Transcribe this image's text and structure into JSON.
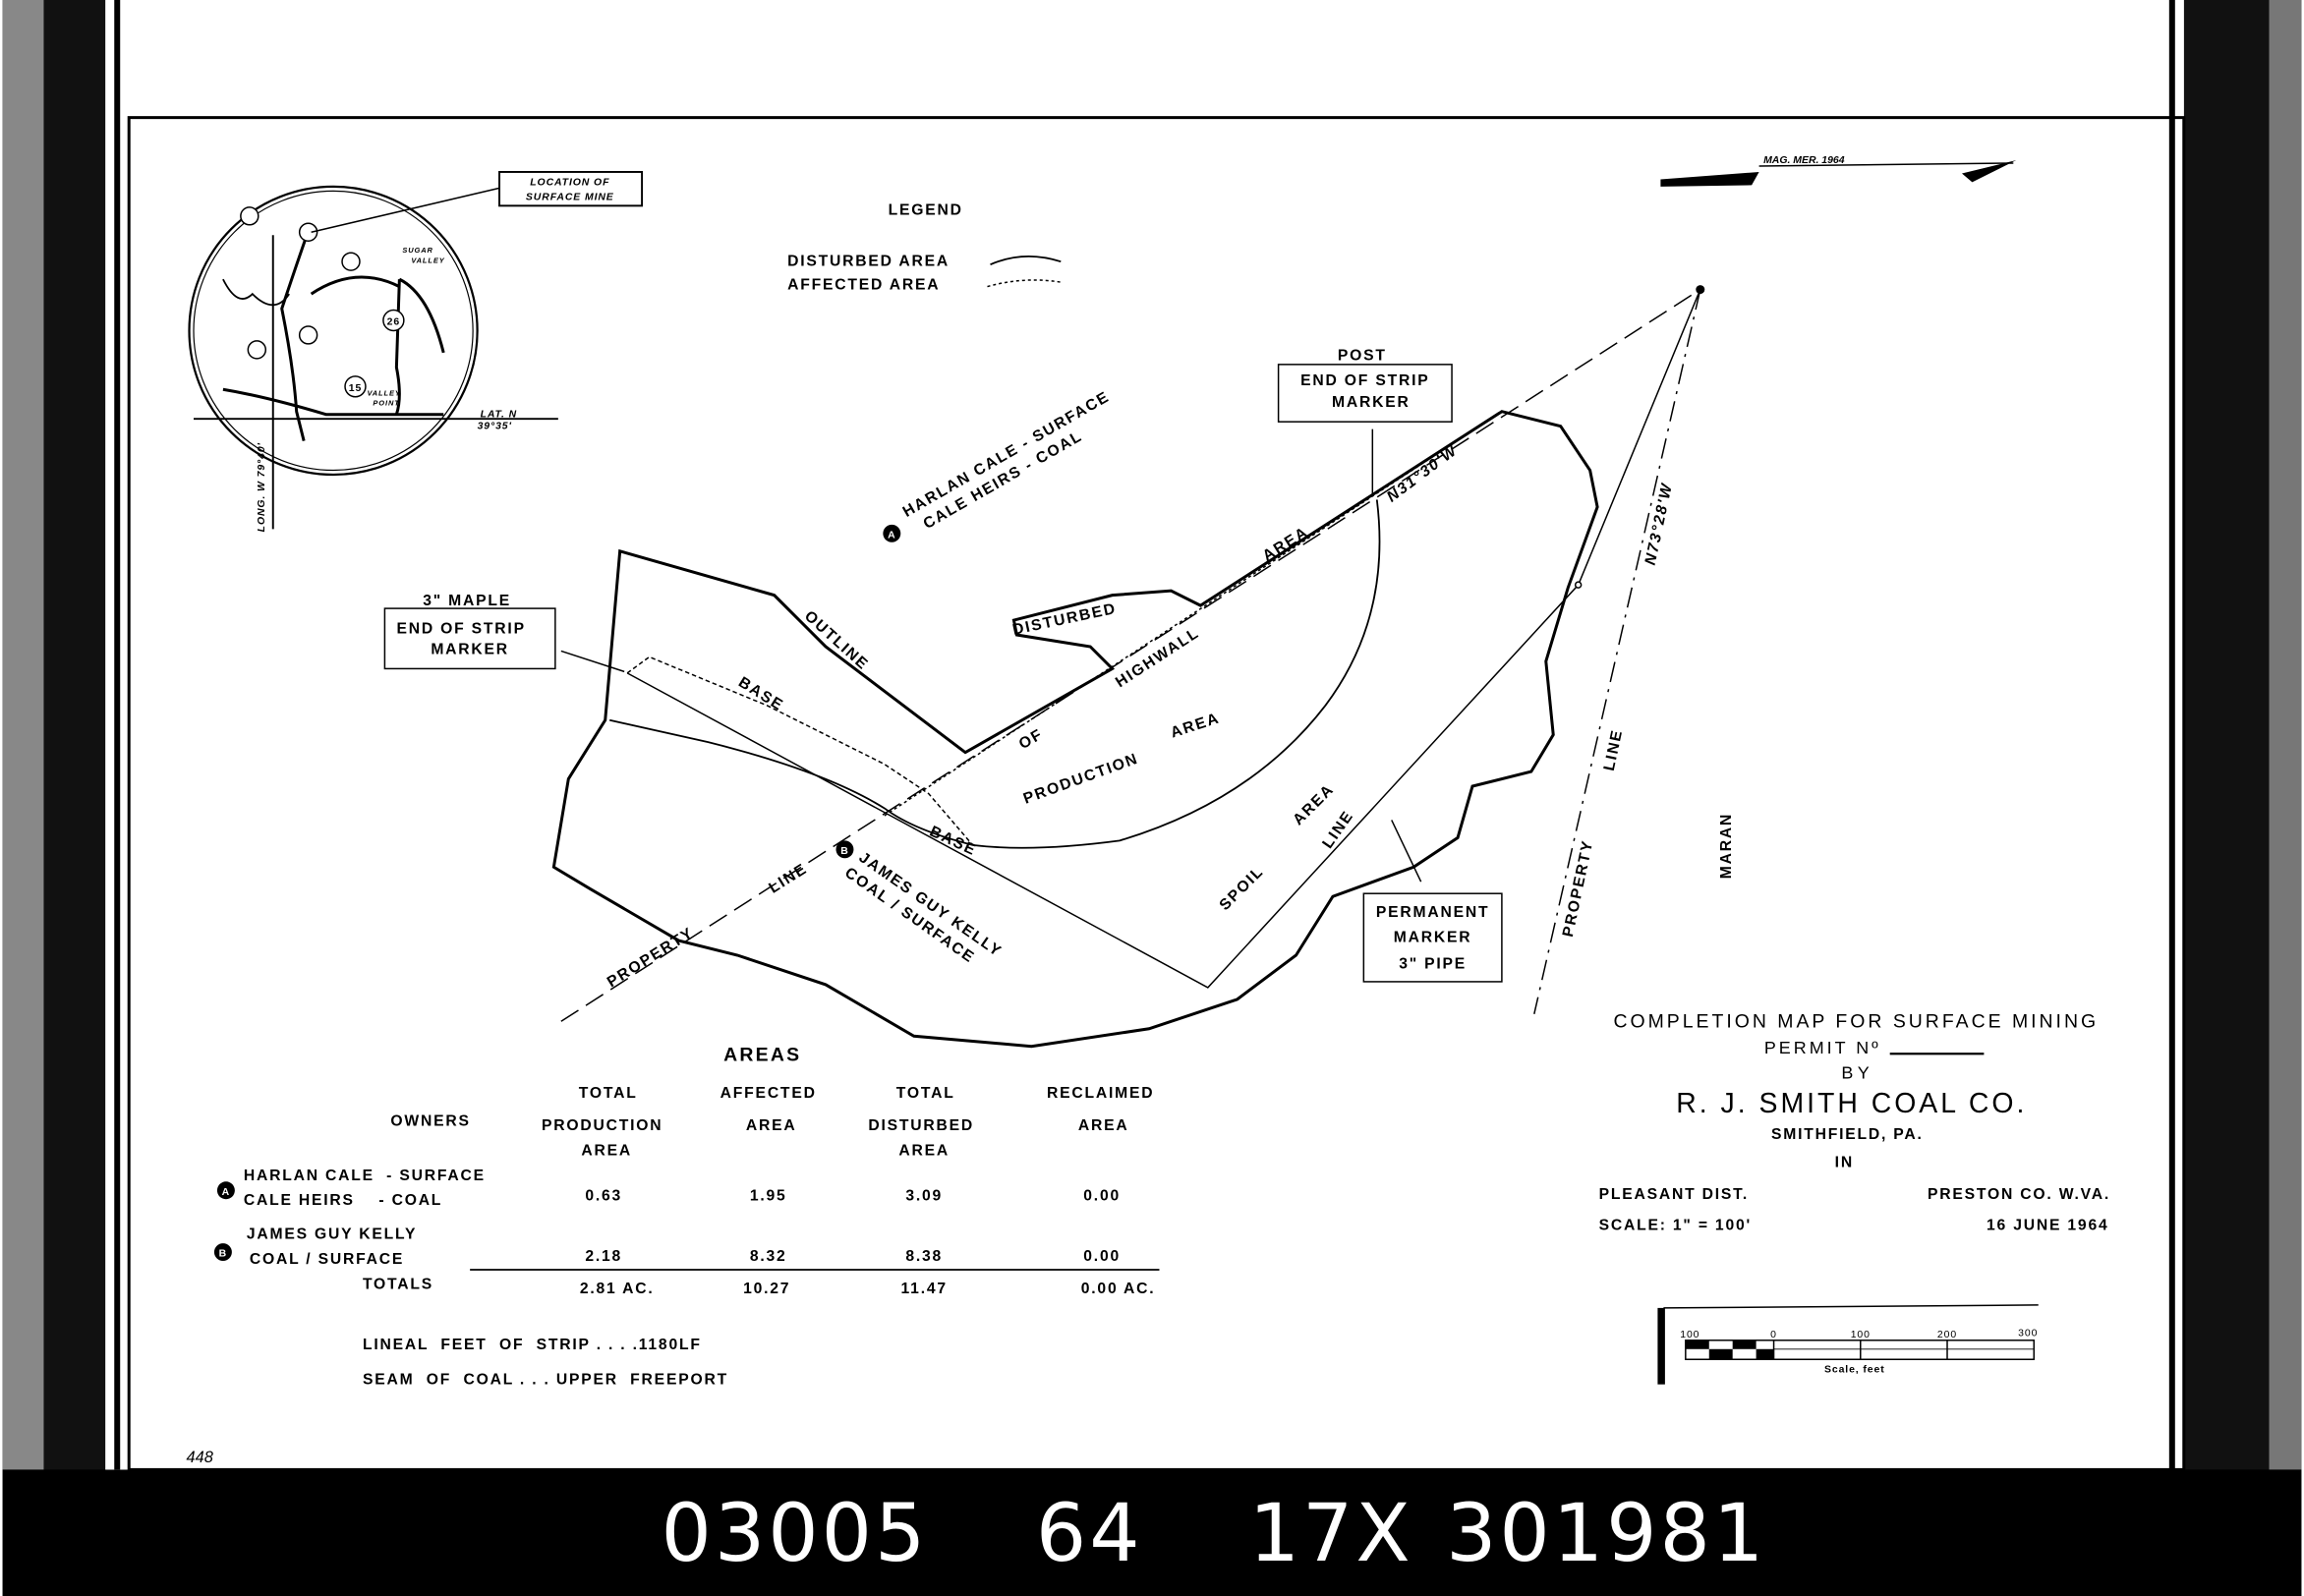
{
  "legend": {
    "title": "LEGEND",
    "disturbed": "DISTURBED AREA",
    "affected": "AFFECTED AREA"
  },
  "inset": {
    "callout": [
      "LOCATION OF",
      "SURFACE MINE"
    ],
    "sugar_valley": [
      "SUGAR",
      "VALLEY"
    ],
    "valley_point": [
      "VALLEY",
      "POINT"
    ],
    "routes": [
      "26",
      "15"
    ],
    "lat": [
      "LAT. N",
      "39°35'"
    ],
    "long": "LONG. W 79°40'"
  },
  "north": "MAG. MER. 1964",
  "map_labels": {
    "owner_a": [
      "HARLAN CALE - SURFACE",
      "CALE HEIRS - COAL"
    ],
    "owner_b": [
      "JAMES GUY KELLY",
      "COAL / SURFACE"
    ],
    "owner_a_mark": "A",
    "owner_b_mark": "B",
    "maple_marker": {
      "top": "3\" MAPLE",
      "line1": "END OF STRIP",
      "line2": "MARKER"
    },
    "post_marker": {
      "top": "POST",
      "line1": "END OF STRIP",
      "line2": "MARKER"
    },
    "permanent_marker": [
      "PERMANENT",
      "MARKER",
      "3\" PIPE"
    ],
    "outline": "OUTLINE",
    "disturbed": "DISTURBED",
    "area1": "AREA",
    "highwall": "HIGHWALL",
    "of": "OF",
    "base1": "BASE",
    "production": "PRODUCTION",
    "area2": "AREA",
    "bearing1": "N31°30'W",
    "bearing2": "N73°28'W",
    "base2": "BASE",
    "spoil": "SPOIL",
    "area3": "AREA",
    "line1": "LINE",
    "property1": "PROPERTY",
    "line2": "LINE",
    "property2": "PROPERTY",
    "line3": "LINE",
    "maran": "MARAN"
  },
  "areas_table": {
    "title": "AREAS",
    "headers": {
      "owners": "OWNERS",
      "production": [
        "TOTAL",
        "PRODUCTION",
        "AREA"
      ],
      "affected": [
        "AFFECTED",
        "AREA"
      ],
      "disturbed": [
        "TOTAL",
        "DISTURBED",
        "AREA"
      ],
      "reclaimed": [
        "RECLAIMED",
        "AREA"
      ]
    },
    "rows": [
      {
        "mark": "A",
        "owner": [
          "HARLAN CALE  - SURFACE",
          "CALE HEIRS    - COAL"
        ],
        "production": "0.63",
        "affected": "1.95",
        "disturbed": "3.09",
        "reclaimed": "0.00"
      },
      {
        "mark": "B",
        "owner": [
          "JAMES GUY KELLY",
          "COAL / SURFACE"
        ],
        "production": "2.18",
        "affected": "8.32",
        "disturbed": "8.38",
        "reclaimed": "0.00"
      }
    ],
    "totals": {
      "label": "TOTALS",
      "production": "2.81 AC.",
      "affected": "10.27",
      "disturbed": "11.47",
      "reclaimed": "0.00 AC."
    }
  },
  "notes": {
    "lineal": "LINEAL  FEET  OF  STRIP . . . .1180LF",
    "seam": "SEAM  OF  COAL . . . UPPER  FREEPORT"
  },
  "title_block": {
    "title": "COMPLETION MAP FOR SURFACE MINING",
    "permit": "PERMIT Nº",
    "by": "BY",
    "company": "R. J. SMITH COAL CO.",
    "city": "SMITHFIELD, PA.",
    "in": "IN",
    "district": "PLEASANT DIST.",
    "county": "PRESTON CO. W.VA.",
    "scale": "SCALE: 1\" = 100'",
    "date": "16 JUNE 1964"
  },
  "scale_bar": {
    "ticks": [
      "100",
      "0",
      "100",
      "200",
      "300"
    ],
    "caption": "Scale, feet"
  },
  "sheet_number": "448",
  "film_codes": [
    "03005",
    "64",
    "17X",
    "301981"
  ]
}
